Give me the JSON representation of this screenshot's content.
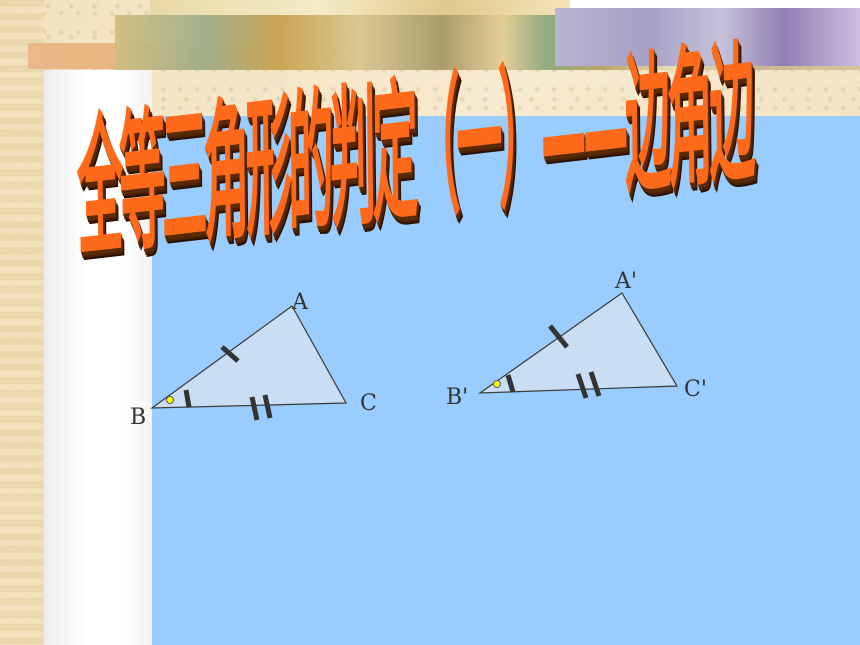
{
  "slide": {
    "title": "全等三角形的判定（一）——边角边"
  },
  "triangle1": {
    "labels": {
      "a": "A",
      "b": "B",
      "c": "C"
    }
  },
  "triangle2": {
    "labels": {
      "a": "A'",
      "b": "B'",
      "c": "C'"
    }
  },
  "colors": {
    "panel": "#99ccff",
    "triangle_fill": "#c9ddf5",
    "title": "#ff6a1a",
    "angle_dot": "#ffff00"
  }
}
